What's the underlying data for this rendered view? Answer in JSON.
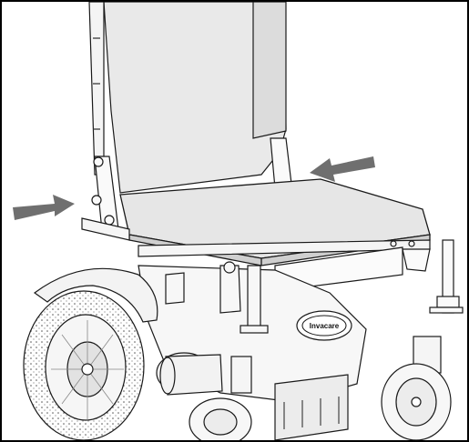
{
  "logo": {
    "text": "Invacare"
  },
  "colors": {
    "outline": "#1a1a1a",
    "seat_fill": "#e6e6e6",
    "backrest_fill": "#e9e9e9",
    "arrow": "#6f6f6f",
    "frame": "#000000"
  },
  "annotations": {
    "arrows": [
      {
        "name": "left-arrow",
        "direction": "right"
      },
      {
        "name": "right-arrow",
        "direction": "left"
      }
    ]
  }
}
